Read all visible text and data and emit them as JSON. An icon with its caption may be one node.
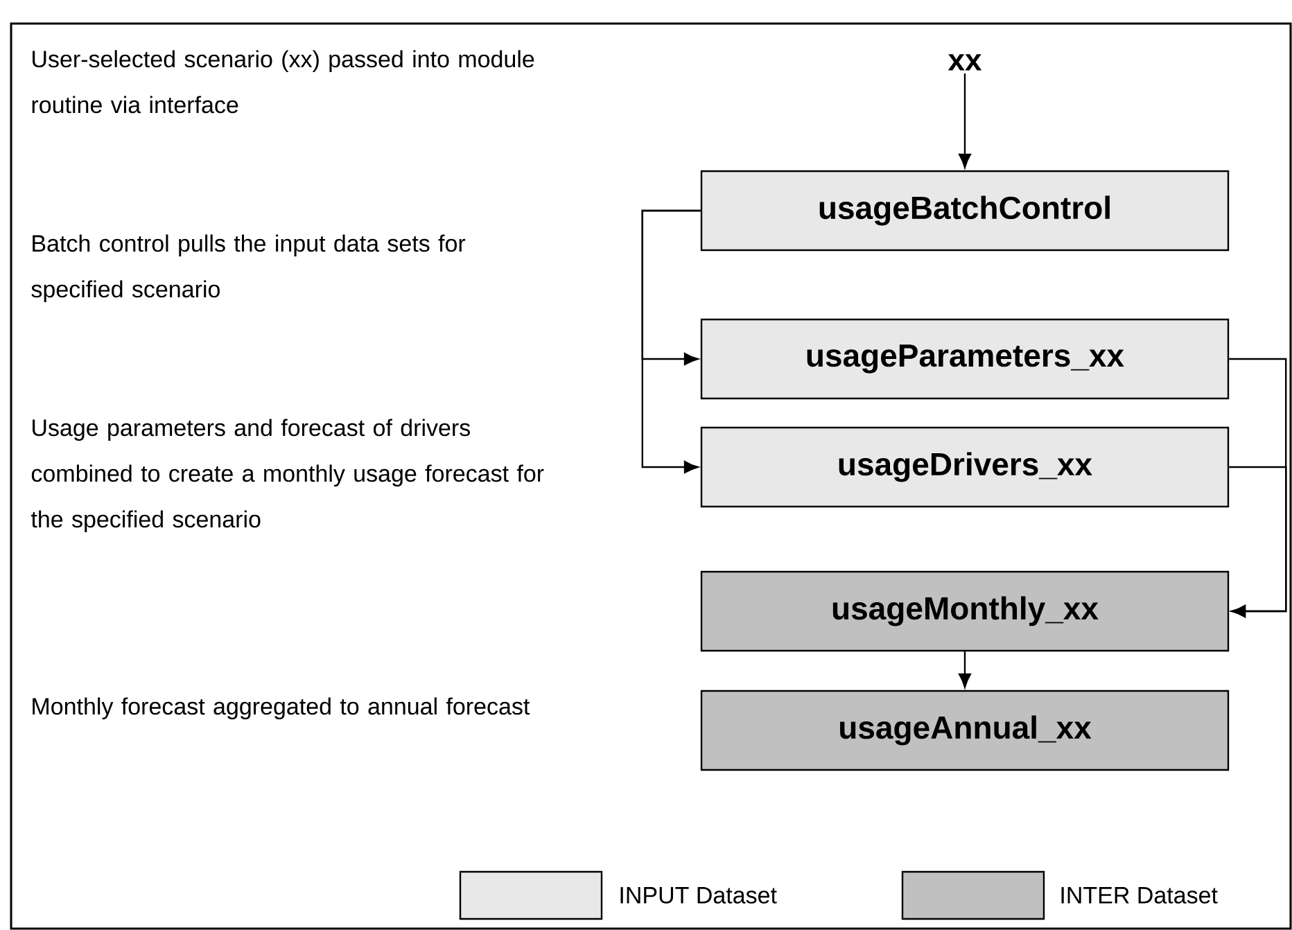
{
  "diagram": {
    "nodes": [
      {
        "text": [
          "xx"
        ]
      },
      {
        "text": [
          "usageBatchControl"
        ]
      },
      {
        "text": [
          "usageParameters_xx"
        ]
      },
      {
        "text": [
          "usageDrivers_xx"
        ]
      },
      {
        "text": [
          "usageMonthly_xx"
        ]
      },
      {
        "text": [
          "usageAnnual_xx"
        ]
      }
    ],
    "edges": [
      {
        "from": 0,
        "to": 1,
        "arrow": "to"
      },
      {
        "from": 1,
        "to": 2,
        "arrow": "to"
      },
      {
        "from": 1,
        "to": 3,
        "arrow": "to"
      },
      {
        "from": 2,
        "to": 4,
        "arrow": "to"
      },
      {
        "from": 3,
        "to": 4,
        "arrow": "to"
      },
      {
        "from": 4,
        "to": 5,
        "arrow": "to"
      }
    ],
    "labels": [
      "User-selected scenario (xx) passed into module routine via interface",
      "Batch control pulls the input data sets for specified scenario",
      "Usage parameters and forecast of drivers combined to create a monthly usage forecast for the specified scenario",
      "Monthly forecast aggregated to annual forecast"
    ],
    "legend": [
      {
        "text": "INPUT Dataset",
        "color": "#e8e8e8"
      },
      {
        "text": "INTER Dataset",
        "color": "#c0c0c0"
      }
    ]
  }
}
